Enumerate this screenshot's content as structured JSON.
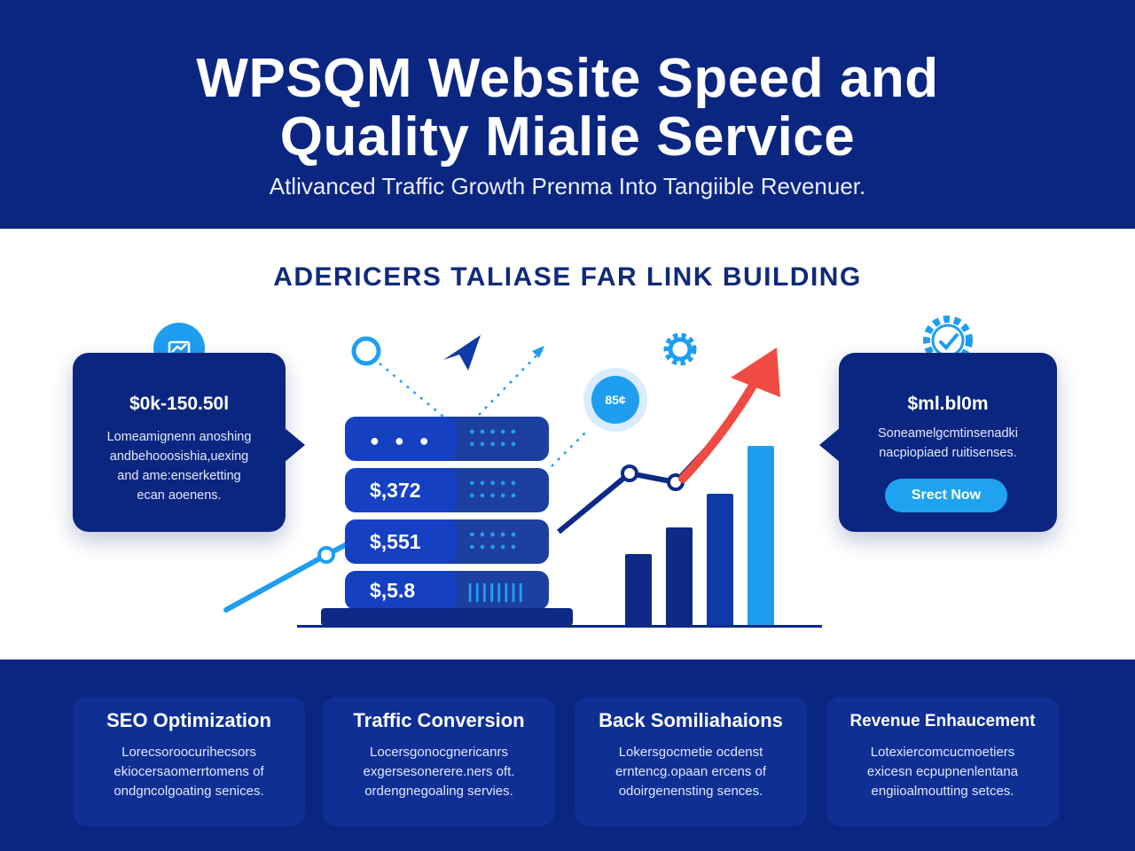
{
  "header": {
    "title_line1": "WPSQM Website Speed and",
    "title_line2": "Quality Mialie Service",
    "subtitle": "Atlivanced Traffic Growth Prenma Into Tangiible Revenuer."
  },
  "section": {
    "title": "ADERICERS TALIASE FAR LINK BUILDING"
  },
  "left_card": {
    "figure": "$0k-150.50l",
    "text_lines": [
      "Lomeamignenn anoshing",
      "andbehooosishia,uexing",
      "and ame:enserketting",
      "ecan aoenens."
    ]
  },
  "right_card": {
    "figure": "$ml.bl0m",
    "text_lines": [
      "Soneamelgcmtinsenadki",
      "nacpiopiaed ruitisenses."
    ],
    "button_label": "Srect Now"
  },
  "server_stack": {
    "rows": [
      "",
      "$,372",
      "$,551",
      "$,5.8"
    ]
  },
  "price_bubble": {
    "label": "85¢"
  },
  "bar_chart": {
    "values": [
      80,
      110,
      148,
      202
    ],
    "colors": [
      "#0c2a86",
      "#0c2a86",
      "#0f3aa8",
      "#1f9ef0"
    ]
  },
  "features": [
    {
      "title": "SEO Optimization",
      "lines": [
        "Lorecsoroocurihecsors",
        "ekiocersaomerrtomens of",
        "ondgncolgoating senices."
      ]
    },
    {
      "title": "Traffic Conversion",
      "lines": [
        "Locersgonocgnericanrs",
        "exgersesonerere.ners oft.",
        "ordengnegoaling servies."
      ]
    },
    {
      "title": "Back Somiliahaions",
      "lines": [
        "Lokersgocmetie ocdenst",
        "erntencg.opaan ercens of",
        "odoirgenensting sences."
      ]
    },
    {
      "title": "Revenue Enhaucement",
      "lines": [
        "Lotexiercomcucmoetiers",
        "exicesn ecpupnenlentana",
        "engiioalmoutting setces."
      ]
    }
  ],
  "colors": {
    "navy": "#0b2680",
    "accent_blue": "#1f9ef0",
    "arrow_red": "#ef4b43",
    "white": "#ffffff"
  }
}
